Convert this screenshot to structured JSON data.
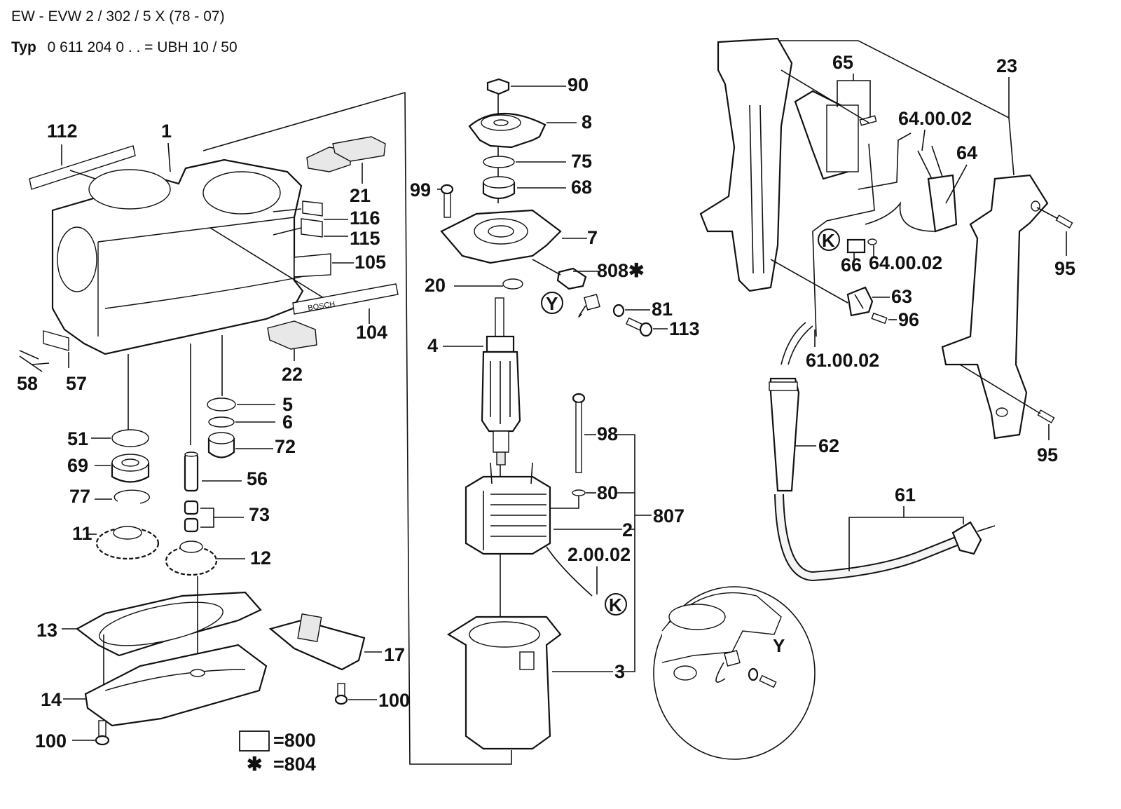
{
  "header": {
    "title": "EW - EVW 2 / 302 / 5 X (78 - 07)",
    "type_label": "Typ",
    "type_number": "0 611 204 0 . . = UBH 10 / 50"
  },
  "legend": {
    "box_meaning": "=800",
    "star_symbol": "✱",
    "star_meaning": "=804"
  },
  "detail_view": {
    "label": "Y"
  },
  "markers": {
    "Y": "Y",
    "K": "K"
  },
  "brand_text": "BOSCH",
  "parts": {
    "p112": "112",
    "p1": "1",
    "p21": "21",
    "p116": "116",
    "p115": "115",
    "p105": "105",
    "p104": "104",
    "p22": "22",
    "p58": "58",
    "p57": "57",
    "p5": "5",
    "p6": "6",
    "p72": "72",
    "p51": "51",
    "p69": "69",
    "p56": "56",
    "p77": "77",
    "p73": "73",
    "p11": "11",
    "p12": "12",
    "p13": "13",
    "p17": "17",
    "p14": "14",
    "p100a": "100",
    "p100b": "100",
    "p90": "90",
    "p8": "8",
    "p75": "75",
    "p68": "68",
    "p99": "99",
    "p7": "7",
    "p808": "808✱",
    "p20": "20",
    "p81": "81",
    "p113": "113",
    "p4": "4",
    "p98": "98",
    "p80": "80",
    "p807": "807",
    "p2": "2",
    "p2_00_02": "2.00.02",
    "p3": "3",
    "p65": "65",
    "p23": "23",
    "p64_00_02a": "64.00.02",
    "p64": "64",
    "p95a": "95",
    "p66": "66",
    "p64_00_02b": "64.00.02",
    "p63": "63",
    "p96": "96",
    "p61_00_02": "61.00.02",
    "p95b": "95",
    "p62": "62",
    "p61": "61"
  }
}
